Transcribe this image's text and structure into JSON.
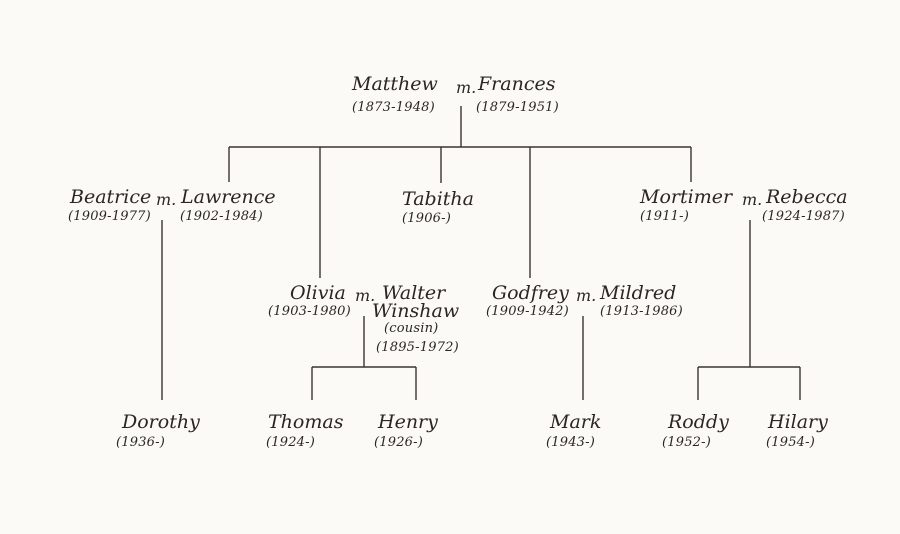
{
  "marriage_marker": "m.",
  "root": {
    "husband": {
      "name": "Matthew",
      "dates": "(1873-1948)"
    },
    "wife": {
      "name": "Frances",
      "dates": "(1879-1951)"
    }
  },
  "children": {
    "beatrice": {
      "name": "Beatrice",
      "dates": "(1909-1977)"
    },
    "lawrence": {
      "name": "Lawrence",
      "dates": "(1902-1984)"
    },
    "tabitha": {
      "name": "Tabitha",
      "dates": "(1906-)"
    },
    "mortimer": {
      "name": "Mortimer",
      "dates": "(1911-)"
    },
    "rebecca": {
      "name": "Rebecca",
      "dates": "(1924-1987)"
    },
    "olivia": {
      "name": "Olivia",
      "dates": "(1903-1980)"
    },
    "walter": {
      "name": "Walter",
      "surname": "Winshaw",
      "relation": "(cousin)",
      "dates": "(1895-1972)"
    },
    "godfrey": {
      "name": "Godfrey",
      "dates": "(1909-1942)"
    },
    "mildred": {
      "name": "Mildred",
      "dates": "(1913-1986)"
    }
  },
  "grandchildren": {
    "dorothy": {
      "name": "Dorothy",
      "dates": "(1936-)"
    },
    "thomas": {
      "name": "Thomas",
      "dates": "(1924-)"
    },
    "henry": {
      "name": "Henry",
      "dates": "(1926-)"
    },
    "mark": {
      "name": "Mark",
      "dates": "(1943-)"
    },
    "roddy": {
      "name": "Roddy",
      "dates": "(1952-)"
    },
    "hilary": {
      "name": "Hilary",
      "dates": "(1954-)"
    }
  }
}
